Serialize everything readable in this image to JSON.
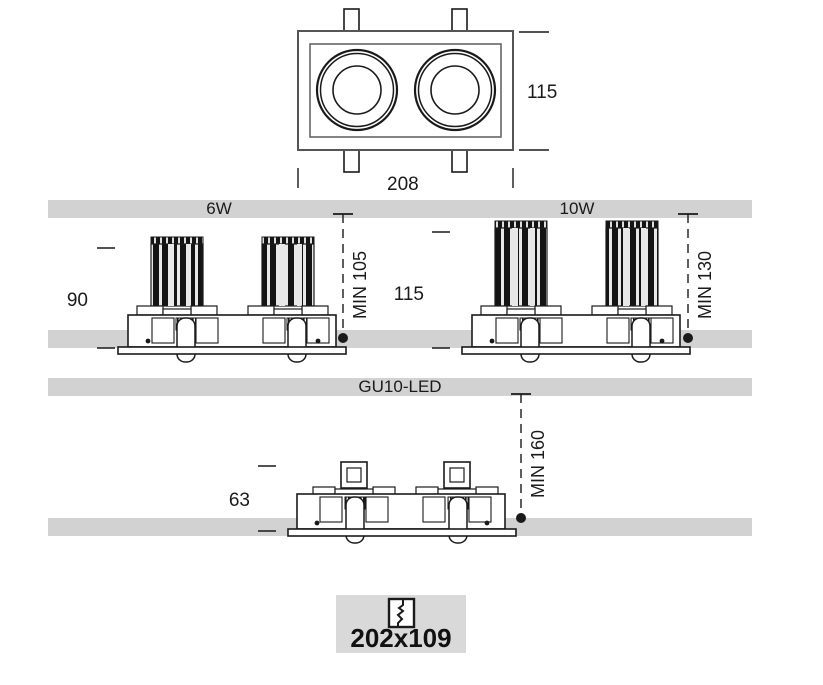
{
  "document": {
    "title": "Recessed double spotlight technical drawing",
    "background_color": "#ffffff",
    "line_color": "#1a1a1a",
    "band_color": "#d2d2d2",
    "badge_color": "#d9d9d9",
    "fin_color": "#111111"
  },
  "top_view": {
    "name": "top-view",
    "width_dimension": "208",
    "height_dimension": "115",
    "lamp_count": 2
  },
  "variants": [
    {
      "band_label": "6W",
      "height_dimension": "90",
      "clearance_label": "MIN 105",
      "lamp_type": "heatsink"
    },
    {
      "band_label": "10W",
      "height_dimension": "115",
      "clearance_label": "MIN 130",
      "lamp_type": "heatsink"
    },
    {
      "band_label": "GU10-LED",
      "height_dimension": "63",
      "clearance_label": "MIN 160",
      "lamp_type": "gu10"
    }
  ],
  "cutout_badge": {
    "icon": "ceiling-cutout-icon",
    "label": "202x109"
  }
}
